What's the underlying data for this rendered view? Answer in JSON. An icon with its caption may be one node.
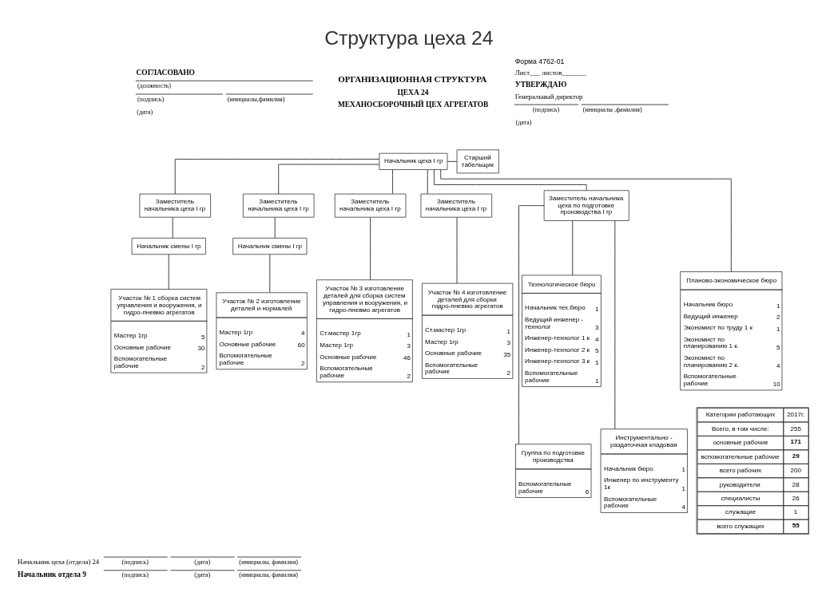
{
  "diagram": {
    "title": "Структура цеха 24",
    "nodes": [
      {
        "text": [
          "Начальник цеха I гр"
        ]
      },
      {
        "text": [
          "Старший табельщик"
        ]
      },
      {
        "text": [
          "Заместитель начальника цеха I гр"
        ]
      },
      {
        "text": [
          "Заместитель начальника цеха I гр"
        ]
      },
      {
        "text": [
          "Заместитель начальника цеха I гр"
        ]
      },
      {
        "text": [
          "Заместитель начальника цеха I гр"
        ]
      },
      {
        "text": [
          "Заместитель начальника цеха по подготовке производства I гр"
        ]
      },
      {
        "text": [
          "Начальник смены I гр"
        ]
      },
      {
        "text": [
          "Начальник смены I гр"
        ]
      },
      {
        "text": [
          "Участок № 1 сборка систем управления и вооружения, и гидро-пневмо агрегатов",
          "Мастер 1гр",
          "5",
          "Основные рабочие",
          "30",
          "Вспомогательные рабочие",
          "2"
        ]
      },
      {
        "text": [
          "Участок № 2 изготовление деталей и нормалей",
          "Мастер 1гр",
          "4",
          "Основные рабочие",
          "60",
          "Вспомогательные рабочие",
          "2"
        ]
      },
      {
        "text": [
          "Участок № 3 изготовление деталей для сборка систем управления и вооружения, и гидро-пневмо агрегатов",
          "Ст.мастер 1гр",
          "1",
          "Мастер 1гр",
          "3",
          "Основные рабочие",
          "46",
          "Вспомогательные рабочие",
          "2"
        ]
      },
      {
        "text": [
          "Участок № 4 изготовление деталей для сборки гидро-пневмо агрегатов",
          "Ст.мастер 1гр",
          "1",
          "Мастер 1гр",
          "3",
          "Основные рабочие",
          "35",
          "Вспомогательные рабочие",
          "2"
        ]
      },
      {
        "text": [
          "Технологическое бюро",
          "Начальник тех.бюро",
          "1",
          "Ведущий инженер - технолог",
          "3",
          "Инженер-технолог 1 к",
          "4",
          "Инженер-технолог 2 к",
          "5",
          "Инженер-технолог 3 к",
          "1",
          "Вспомогательные рабочие",
          "1"
        ]
      },
      {
        "text": [
          "Планово-экономическое бюро",
          "Начальник бюро",
          "1",
          "Ведущий инженер",
          "2",
          "Экономист по труду 1 к",
          "1",
          "Экономист по планированию 1 к.",
          "5",
          "Экономист по планированию 2 к.",
          "4",
          "Вспомогательные рабочие",
          "10"
        ]
      },
      {
        "text": [
          "Группа по подготовке производства",
          "Вспомогательные рабочие",
          "6"
        ]
      },
      {
        "text": [
          "Инструментально - раздаточная кладовая",
          "Начальник бюро",
          "1",
          "Инженер по инструменту 1к",
          "1",
          "Вспомогательные рабочие",
          "4"
        ]
      },
      {
        "text": [
          "Категории работающих",
          "2017г.",
          "Всего, в том числе:",
          "255",
          "основные рабочие",
          "171",
          "вспомогательные рабочие",
          "29",
          "всего рабочих",
          "200",
          "руководители",
          "28",
          "специалисты",
          "26",
          "служащие",
          "1",
          "всего служащих",
          "55"
        ]
      }
    ],
    "edges": [
      {
        "from": 0,
        "to": 1,
        "arrow": "none"
      },
      {
        "from": 0,
        "to": 2,
        "arrow": "none"
      },
      {
        "from": 0,
        "to": 3,
        "arrow": "none"
      },
      {
        "from": 0,
        "to": 4,
        "arrow": "none"
      },
      {
        "from": 0,
        "to": 5,
        "arrow": "none"
      },
      {
        "from": 0,
        "to": 6,
        "arrow": "none"
      },
      {
        "from": 0,
        "to": 14,
        "arrow": "none"
      },
      {
        "from": 2,
        "to": 7,
        "arrow": "none"
      },
      {
        "from": 7,
        "to": 9,
        "arrow": "none"
      },
      {
        "from": 3,
        "to": 8,
        "arrow": "none"
      },
      {
        "from": 8,
        "to": 10,
        "arrow": "none"
      },
      {
        "from": 4,
        "to": 11,
        "arrow": "none"
      },
      {
        "from": 5,
        "to": 12,
        "arrow": "none"
      },
      {
        "from": 6,
        "to": 13,
        "arrow": "none"
      },
      {
        "from": 6,
        "to": 15,
        "arrow": "none"
      },
      {
        "from": 6,
        "to": 16,
        "arrow": "none"
      }
    ],
    "labels": [
      "ОРГАНИЗАЦИОННАЯ СТРУКТУРА",
      "ЦЕХА 24",
      "МЕХАНОСБОРОЧНЫЙ ЦЕХ АГРЕГАТОВ",
      "СОГЛАСОВАНО",
      "(должность)",
      "(подпись)",
      "(инициалы,фамилия)",
      "(дата)",
      "Форма 4762-01",
      "Лист___ листов_______",
      "УТВЕРЖДАЮ",
      "Генеральный директор",
      "(подпись)",
      "(инициалы ,фамилия)",
      "(дата)",
      "Начальник цеха (отдела) 24",
      "(подпись)",
      "(дата)",
      "(инициалы, фамилия)",
      "Начальник отдела 9",
      "(подпись)",
      "(дата)",
      "(инициалы, фамилия)"
    ]
  }
}
